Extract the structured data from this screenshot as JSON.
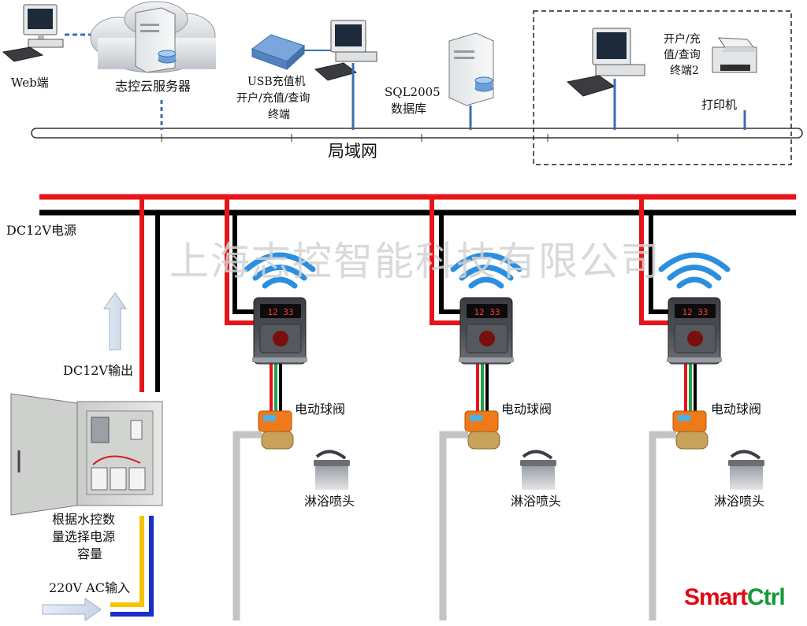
{
  "network": {
    "web_label": "Web端",
    "cloud_label": "志控云服务器",
    "usb_label_1": "USB充值机",
    "usb_label_2": "开户/充值/查询",
    "usb_label_3": "终端",
    "sql_label_1": "SQL2005",
    "sql_label_2": "数据库",
    "terminal2_label_1": "开户/充",
    "terminal2_label_2": "值/查询",
    "terminal2_label_3": "终端2",
    "printer_label": "打印机",
    "lan_label": "局域网"
  },
  "power": {
    "dc_power_label": "DC12V电源",
    "dc_output_label": "DC12V输出",
    "box_note_1": "根据水控数",
    "box_note_2": "量选择电源",
    "box_note_3": "容量",
    "ac_input_label": "220V AC输入"
  },
  "units": [
    {
      "valve_label": "电动球阀",
      "shower_label": "淋浴喷头",
      "display": "12 33"
    },
    {
      "valve_label": "电动球阀",
      "shower_label": "淋浴喷头",
      "display": "12 33"
    },
    {
      "valve_label": "电动球阀",
      "shower_label": "淋浴喷头",
      "display": "12 33"
    }
  ],
  "watermark": "上海志控智能科技有限公司",
  "brand": {
    "part1": "Smart",
    "part2": "Ctrl"
  },
  "colors": {
    "power_positive": "#e8141b",
    "power_negative": "#000000",
    "signal_green": "#1fa34a",
    "network_blue": "#3a6fb0",
    "ac_yellow": "#f5c400",
    "ac_blue": "#1a2fc8"
  }
}
